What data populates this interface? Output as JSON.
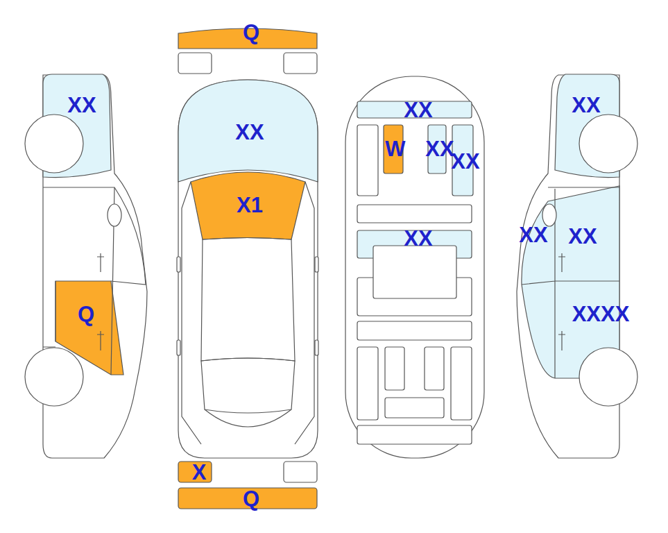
{
  "diagram": {
    "nodes": [
      {
        "text": [
          "Q"
        ]
      },
      {
        "text": [
          "XX"
        ]
      },
      {
        "text": [
          "XX"
        ]
      },
      {
        "text": [
          "XX"
        ]
      },
      {
        "text": [
          "XX"
        ]
      },
      {
        "text": [
          "W"
        ]
      },
      {
        "text": [
          "XX"
        ]
      },
      {
        "text": [
          "XX"
        ]
      },
      {
        "text": [
          "X1"
        ]
      },
      {
        "text": [
          "XX"
        ]
      },
      {
        "text": [
          "XX"
        ]
      },
      {
        "text": [
          "XX"
        ]
      },
      {
        "text": [
          "Q"
        ]
      },
      {
        "text": [
          "XXXX"
        ]
      },
      {
        "text": [
          "X"
        ]
      },
      {
        "text": [
          "Q"
        ]
      }
    ]
  }
}
